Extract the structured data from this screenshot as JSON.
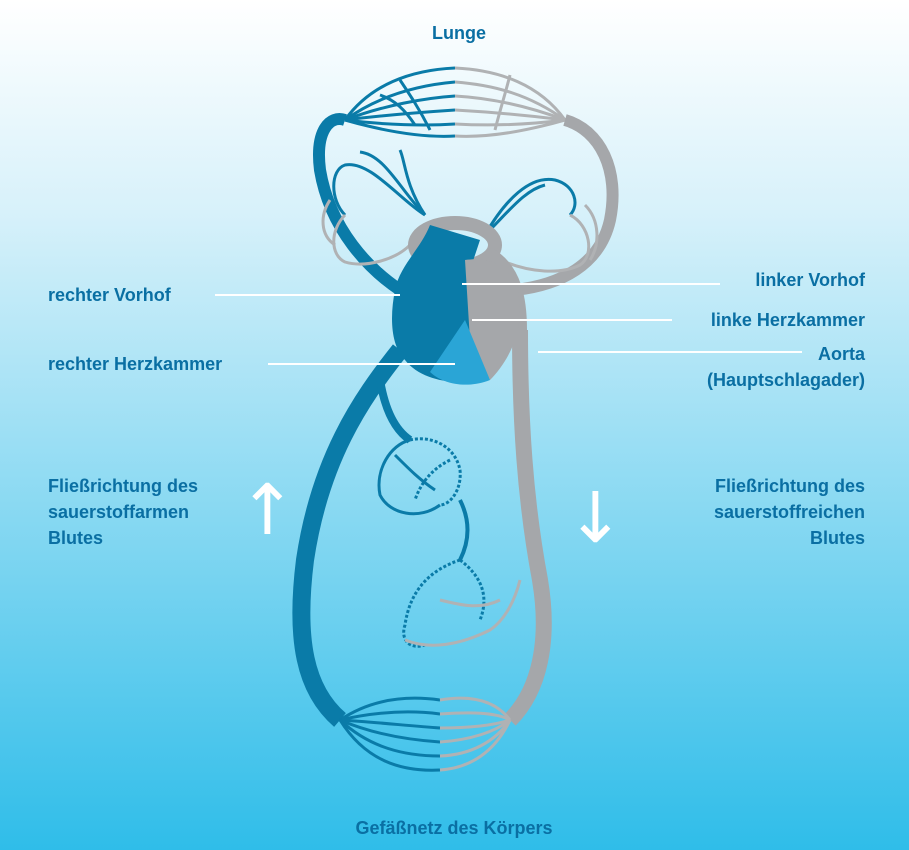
{
  "title_top": "Lunge",
  "title_bottom": "Gefäßnetz des Körpers",
  "labels": {
    "right_atrium": "rechter Vorhof",
    "right_ventricle": "rechter Herzkammer",
    "left_atrium": "linker Vorhof",
    "left_ventricle": "linke Herzkammer",
    "aorta_line1": "Aorta",
    "aorta_line2": "(Hauptschlagader)"
  },
  "flow": {
    "deoxygenated": [
      "Fließrichtung des",
      "sauerstoffarmen",
      "Blutes"
    ],
    "oxygenated": [
      "Fließrichtung des",
      "sauerstoffreichen",
      "Blutes"
    ],
    "arrow_up": "↑",
    "arrow_down": "↓"
  },
  "colors": {
    "background_top": "#ffffff",
    "background_bottom": "#2fbde9",
    "deoxygenated_vessel": "#0a7ba8",
    "oxygenated_vessel": "#a5a7aa",
    "text": "#0a6fa3"
  }
}
